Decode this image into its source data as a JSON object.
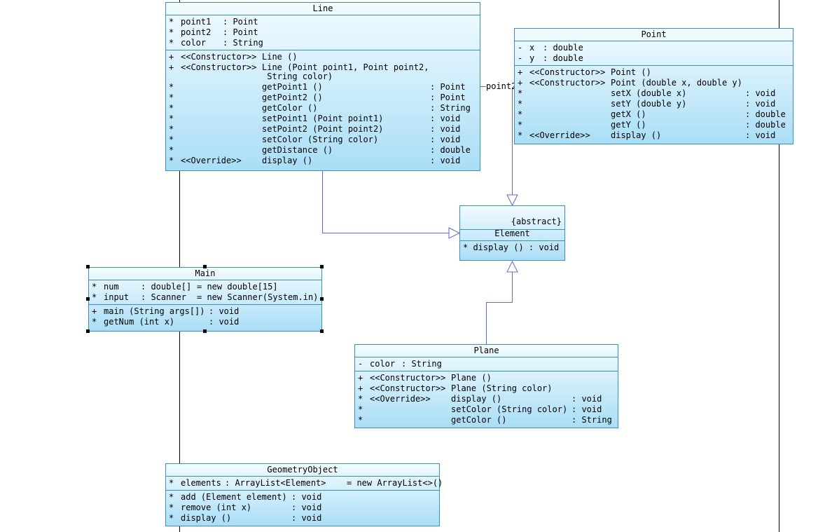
{
  "classes": {
    "line": {
      "name": "Line",
      "attributes": [
        {
          "vis": "*",
          "name": "point1",
          "type": ": Point"
        },
        {
          "vis": "*",
          "name": "point2",
          "type": ": Point"
        },
        {
          "vis": "*",
          "name": "color",
          "type": ": String"
        }
      ],
      "operations": [
        {
          "vis": "+",
          "stereo": "<<Constructor>>",
          "sig": "Line ()",
          "ret": ""
        },
        {
          "vis": "+",
          "stereo": "<<Constructor>>",
          "sig": "Line (Point point1, Point point2,\n String color)",
          "ret": ""
        },
        {
          "vis": "*",
          "stereo": "",
          "sig": "getPoint1 ()",
          "ret": ": Point"
        },
        {
          "vis": "*",
          "stereo": "",
          "sig": "getPoint2 ()",
          "ret": ": Point"
        },
        {
          "vis": "*",
          "stereo": "",
          "sig": "getColor ()",
          "ret": ": String"
        },
        {
          "vis": "*",
          "stereo": "",
          "sig": "setPoint1 (Point point1)",
          "ret": ": void"
        },
        {
          "vis": "*",
          "stereo": "",
          "sig": "setPoint2 (Point point2)",
          "ret": ": void"
        },
        {
          "vis": "*",
          "stereo": "",
          "sig": "setColor (String color)",
          "ret": ": void"
        },
        {
          "vis": "*",
          "stereo": "",
          "sig": "getDistance ()",
          "ret": ": double"
        },
        {
          "vis": "*",
          "stereo": "<<Override>>",
          "sig": "display ()",
          "ret": ": void"
        }
      ]
    },
    "point": {
      "name": "Point",
      "attributes": [
        {
          "vis": "-",
          "name": "x",
          "type": ": double"
        },
        {
          "vis": "-",
          "name": "y",
          "type": ": double"
        }
      ],
      "operations": [
        {
          "vis": "+",
          "stereo": "<<Constructor>>",
          "sig": "Point ()",
          "ret": ""
        },
        {
          "vis": "+",
          "stereo": "<<Constructor>>",
          "sig": "Point (double x, double y)",
          "ret": ""
        },
        {
          "vis": "*",
          "stereo": "",
          "sig": "setX (double x)",
          "ret": ": void"
        },
        {
          "vis": "*",
          "stereo": "",
          "sig": "setY (double y)",
          "ret": ": void"
        },
        {
          "vis": "*",
          "stereo": "",
          "sig": "getX ()",
          "ret": ": double"
        },
        {
          "vis": "*",
          "stereo": "",
          "sig": "getY ()",
          "ret": ": double"
        },
        {
          "vis": "*",
          "stereo": "<<Override>>",
          "sig": "display ()",
          "ret": ": void"
        }
      ]
    },
    "element": {
      "name": "Element",
      "stereotype": "{abstract}",
      "operations": [
        {
          "text": "* display () : void"
        }
      ]
    },
    "main": {
      "name": "Main",
      "attributes": [
        {
          "vis": "*",
          "name": "num",
          "type": ": double[]",
          "init": "= new double[15]"
        },
        {
          "vis": "*",
          "name": "input",
          "type": ": Scanner",
          "init": "= new Scanner(System.in)"
        }
      ],
      "operations": [
        {
          "vis": "+",
          "sig": "main (String args[])",
          "ret": ": void"
        },
        {
          "vis": "*",
          "sig": "getNum (int x)",
          "ret": ": void"
        }
      ]
    },
    "plane": {
      "name": "Plane",
      "attributes": [
        {
          "vis": "-",
          "name": "color",
          "type": ": String"
        }
      ],
      "operations": [
        {
          "vis": "+",
          "stereo": "<<Constructor>>",
          "sig": "Plane ()",
          "ret": ""
        },
        {
          "vis": "+",
          "stereo": "<<Constructor>>",
          "sig": "Plane (String color)",
          "ret": ""
        },
        {
          "vis": "*",
          "stereo": "<<Override>>",
          "sig": "display ()",
          "ret": ": void"
        },
        {
          "vis": "*",
          "stereo": "",
          "sig": "setColor (String color)",
          "ret": ": void"
        },
        {
          "vis": "*",
          "stereo": "",
          "sig": "getColor ()",
          "ret": ": String"
        }
      ]
    },
    "geometry": {
      "name": "GeometryObject",
      "attributes": [
        {
          "vis": "*",
          "name": "elements",
          "type": ": ArrayList<Element>",
          "init": "= new ArrayList<>()"
        }
      ],
      "operations": [
        {
          "vis": "*",
          "sig": "add (Element element)",
          "ret": ": void"
        },
        {
          "vis": "*",
          "sig": "remove (int x)",
          "ret": ": void"
        },
        {
          "vis": "*",
          "sig": "display ()",
          "ret": ": void"
        }
      ]
    }
  },
  "association_label": "point2",
  "colors": {
    "border": "#3a8fc4",
    "connector": "#5b6cd6",
    "grad_top": "#f2fbff",
    "grad_bottom": "#a9def6"
  }
}
